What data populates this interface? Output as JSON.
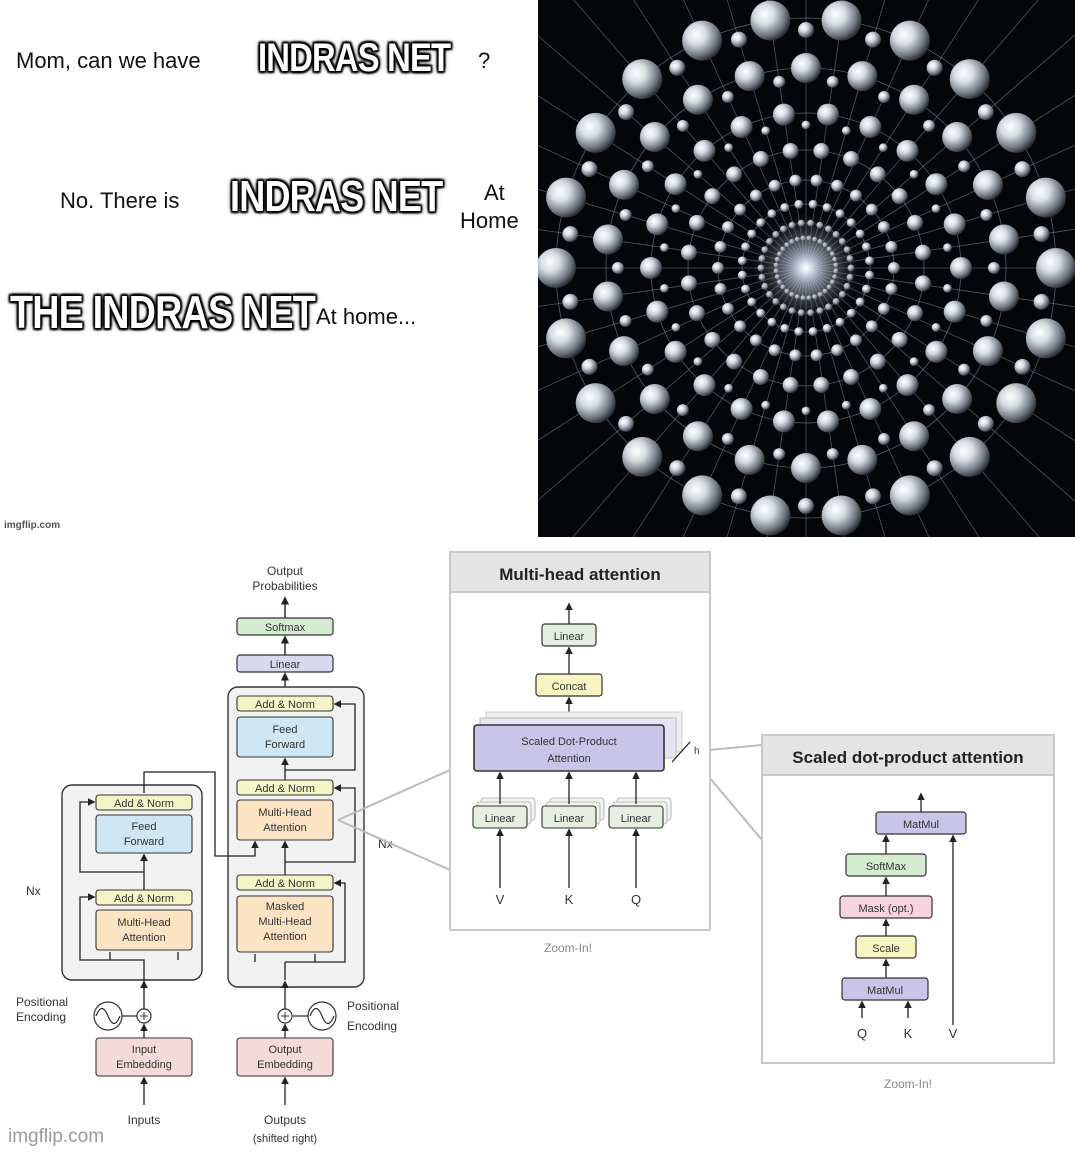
{
  "meme": {
    "row1": {
      "prefix": "Mom, can we have",
      "highlight": "INDRAS NET",
      "suffix": "?"
    },
    "row2": {
      "prefix": "No. There is",
      "highlight": "INDRAS NET",
      "suffix_line1": "At",
      "suffix_line2": "Home"
    },
    "row3": {
      "highlight": "THE INDRAS NET",
      "suffix": "At home..."
    },
    "watermark_small": "imgflip.com",
    "watermark_bottom": "imgflip.com"
  },
  "diagram": {
    "output_prob_line1": "Output",
    "output_prob_line2": "Probabilities",
    "softmax": "Softmax",
    "linear": "Linear",
    "add_norm": "Add & Norm",
    "feed_forward_line1": "Feed",
    "feed_forward_line2": "Forward",
    "mha_line1": "Multi-Head",
    "mha_line2": "Attention",
    "masked_line1": "Masked",
    "masked_line2": "Multi-Head",
    "masked_line3": "Attention",
    "nx": "Nx",
    "pos_enc_line1": "Positional",
    "pos_enc_line2": "Encoding",
    "input_emb_line1": "Input",
    "input_emb_line2": "Embedding",
    "output_emb_line1": "Output",
    "output_emb_line2": "Embedding",
    "inputs": "Inputs",
    "outputs_line1": "Outputs",
    "outputs_line2": "(shifted right)",
    "mh_panel_title": "Multi-head attention",
    "mh_linear": "Linear",
    "mh_concat": "Concat",
    "sdpa_line1": "Scaled Dot-Product",
    "sdpa_line2": "Attention",
    "h": "h",
    "v": "V",
    "k": "K",
    "q": "Q",
    "zoom_in": "Zoom-In!",
    "sd_panel_title": "Scaled dot-product attention",
    "matmul": "MatMul",
    "softmax2": "SoftMax",
    "mask": "Mask (opt.)",
    "scale": "Scale"
  },
  "colors": {
    "softmax_green": "#d6ecd2",
    "linear_purple": "#d8d8ee",
    "addnorm_yellow": "#f4f4c6",
    "ff_blue": "#cfe6f4",
    "attn_orange": "#fbe3c4",
    "emb_pink": "#f4dada",
    "mask_pink": "#f7d3df",
    "scale_yellow": "#f8f5c2",
    "matmul_purple": "#c9c5e8"
  }
}
